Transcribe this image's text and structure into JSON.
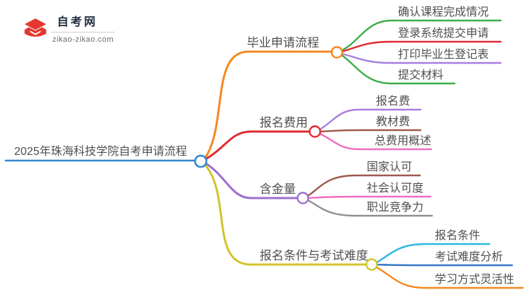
{
  "logo": {
    "title": "自考网",
    "domain": "zikao-zikao.com",
    "crescent_color": "#1c6fb7",
    "cap_color": "#e4372f"
  },
  "root": {
    "label": "2025年珠海科技学院自考申请流程",
    "color": "#3585d0"
  },
  "branches": [
    {
      "label": "毕业申请流程",
      "color": "#f5881e",
      "children": [
        {
          "label": "确认课程完成情况",
          "color": "#3fae49"
        },
        {
          "label": "登录系统提交申请",
          "color": "#e12a2e"
        },
        {
          "label": "打印毕业生登记表",
          "color": "#a77fdd"
        },
        {
          "label": "提交材料",
          "color": "#3fae49"
        }
      ]
    },
    {
      "label": "报名费用",
      "color": "#e12a2e",
      "children": [
        {
          "label": "报名费",
          "color": "#a77fdd"
        },
        {
          "label": "教材费",
          "color": "#9f594e"
        },
        {
          "label": "总费用概述",
          "color": "#ef6ec3"
        }
      ]
    },
    {
      "label": "含金量",
      "color": "#9c6fd0",
      "children": [
        {
          "label": "国家认可",
          "color": "#9f594e"
        },
        {
          "label": "社会认可度",
          "color": "#ef6ec3"
        },
        {
          "label": "职业竞争力",
          "color": "#8f8f8f"
        }
      ]
    },
    {
      "label": "报名条件与考试难度",
      "color": "#d2c42c",
      "children": [
        {
          "label": "报名条件",
          "color": "#2ab8e0"
        },
        {
          "label": "考试难度分析",
          "color": "#3679c8"
        },
        {
          "label": "学习方式灵活性",
          "color": "#f5881e"
        }
      ]
    }
  ]
}
